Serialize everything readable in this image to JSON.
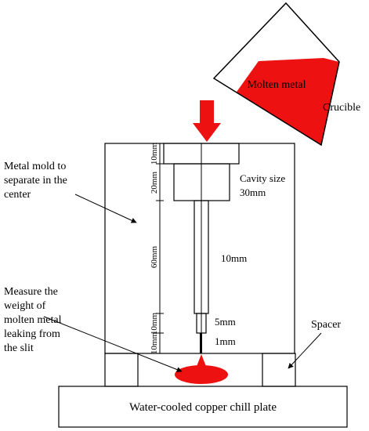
{
  "colors": {
    "metal": "#ee1111",
    "line": "#000000",
    "background": "#ffffff"
  },
  "crucible": {
    "content_label": "Molten metal",
    "name_label": "Crucible"
  },
  "mold": {
    "label_lines": [
      "Metal mold to",
      "separate in the",
      "center"
    ],
    "cavity_label_lines": [
      "Cavity size",
      "30mm"
    ],
    "neck_label": "10mm",
    "pin_label": "5mm",
    "slit_label": "1mm"
  },
  "dimensions": {
    "d1": "10mm",
    "d2": "20mm",
    "d3": "60mm",
    "d4": "10mm",
    "d5": "10mm"
  },
  "measure_label_lines": [
    "Measure the",
    "weight of",
    "molten metal",
    "leaking from",
    "the slit"
  ],
  "spacer_label": "Spacer",
  "chill_plate_label": "Water-cooled copper chill plate"
}
